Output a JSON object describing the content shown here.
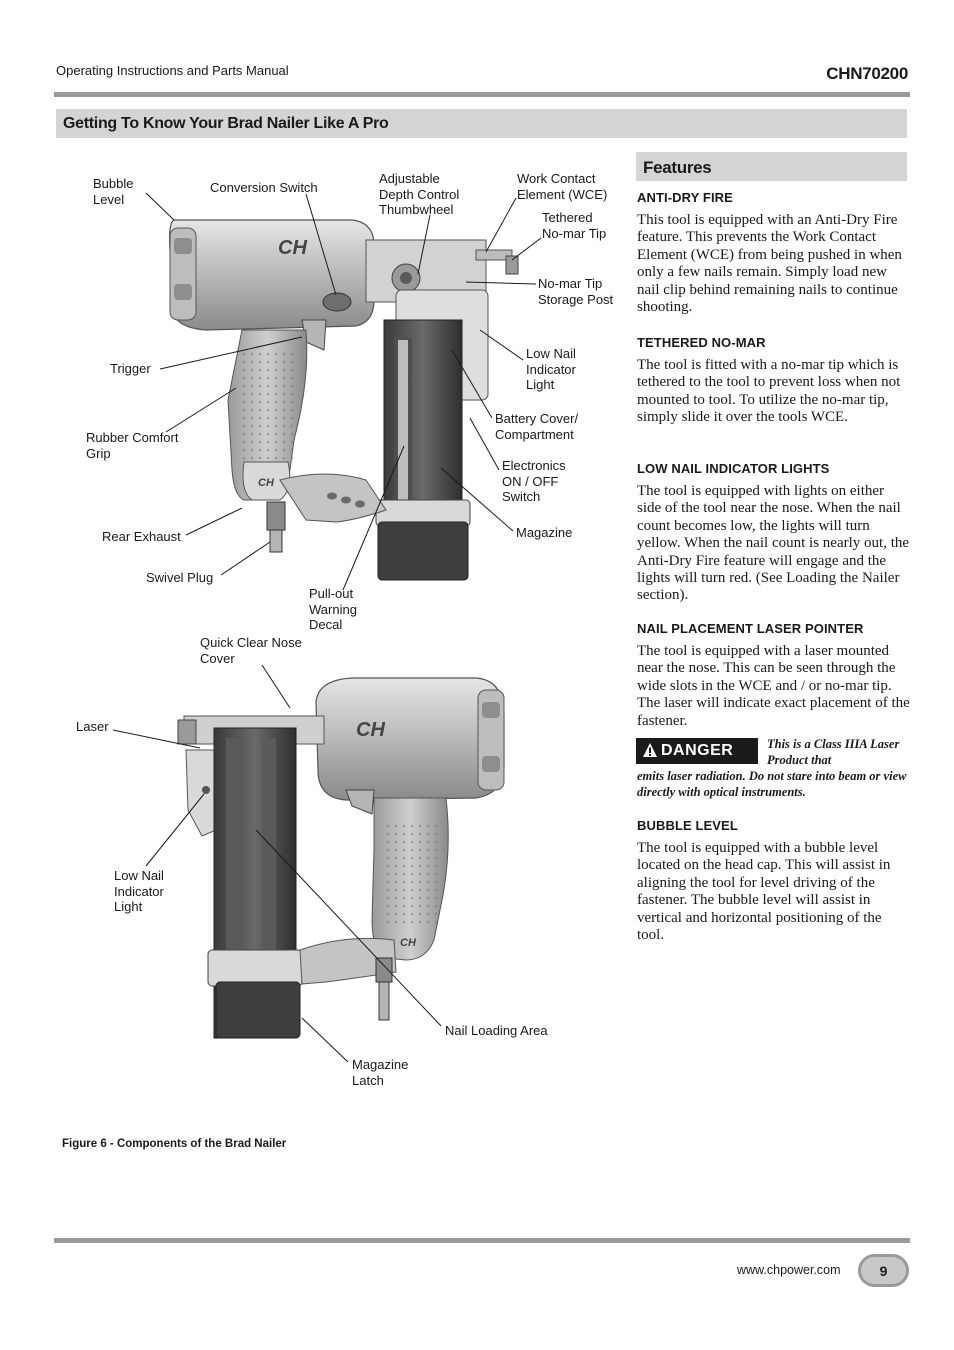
{
  "header": {
    "manual_title": "Operating Instructions and Parts Manual",
    "model": "CHN70200"
  },
  "section_title": "Getting To Know Your Brad Nailer Like A Pro",
  "figure": {
    "caption": "Figure 6 - Components of the Brad Nailer",
    "labels": {
      "bubble_level": [
        "Bubble",
        "Level"
      ],
      "conversion_switch": "Conversion Switch",
      "adjustable_depth": [
        "Adjustable",
        "Depth Control",
        "Thumbwheel"
      ],
      "work_contact": [
        "Work Contact",
        "Element (WCE)"
      ],
      "tethered_tip": [
        "Tethered",
        "No-mar Tip"
      ],
      "storage_post": [
        "No-mar Tip",
        "Storage Post"
      ],
      "low_nail_light_top": [
        "Low Nail",
        "Indicator",
        "Light"
      ],
      "battery_cover": [
        "Battery Cover/",
        "Compartment"
      ],
      "electronics_switch": [
        "Electronics",
        "ON / OFF",
        "Switch"
      ],
      "magazine": "Magazine",
      "trigger": "Trigger",
      "rubber_grip": [
        "Rubber Comfort",
        "Grip"
      ],
      "rear_exhaust": "Rear Exhaust",
      "swivel_plug": "Swivel Plug",
      "pullout_decal": [
        "Pull-out",
        "Warning",
        "Decal"
      ],
      "quick_clear": [
        "Quick Clear Nose",
        "Cover"
      ],
      "laser": "Laser",
      "low_nail_light_bottom": [
        "Low Nail",
        "Indicator",
        "Light"
      ],
      "nail_loading": "Nail Loading Area",
      "magazine_latch": [
        "Magazine",
        "Latch"
      ]
    },
    "brand_mark": "CH"
  },
  "features": {
    "title": "Features",
    "items": [
      {
        "heading": "ANTI-DRY FIRE",
        "body": "This tool is equipped with an Anti-Dry Fire feature. This prevents the Work Contact Element (WCE) from being pushed in when only a few nails remain. Simply load new nail clip behind remaining nails to continue shooting."
      },
      {
        "heading": "TETHERED NO-MAR",
        "body": "The tool is fitted with a no-mar tip which is tethered to the tool to prevent loss when not mounted to tool. To utilize the no-mar tip, simply slide it over the tools WCE."
      },
      {
        "heading": "LOW NAIL INDICATOR LIGHTS",
        "body": "The tool is equipped with lights on either side of the tool near the nose. When the nail count becomes low, the lights will turn yellow. When the nail count is nearly out, the Anti-Dry Fire feature will engage and the lights will turn red. (See Loading the Nailer section)."
      },
      {
        "heading": "NAIL PLACEMENT LASER POINTER",
        "body": "The tool is equipped with a laser mounted near the nose. This can be seen through the wide slots in the WCE and / or no-mar tip. The laser will indicate exact placement of the fastener."
      },
      {
        "heading": "BUBBLE LEVEL",
        "body": "The tool is equipped with a bubble level located on the head cap. This will assist in aligning the tool for level driving of the fastener. The bubble level will assist in vertical and horizontal positioning of the tool."
      }
    ],
    "danger": {
      "label": "DANGER",
      "text_1": "This is a Class IIIA Laser Product that",
      "text_2": "emits laser radiation. Do not stare into beam or view directly with optical instruments."
    }
  },
  "footer": {
    "url": "www.chpower.com",
    "page": "9"
  }
}
